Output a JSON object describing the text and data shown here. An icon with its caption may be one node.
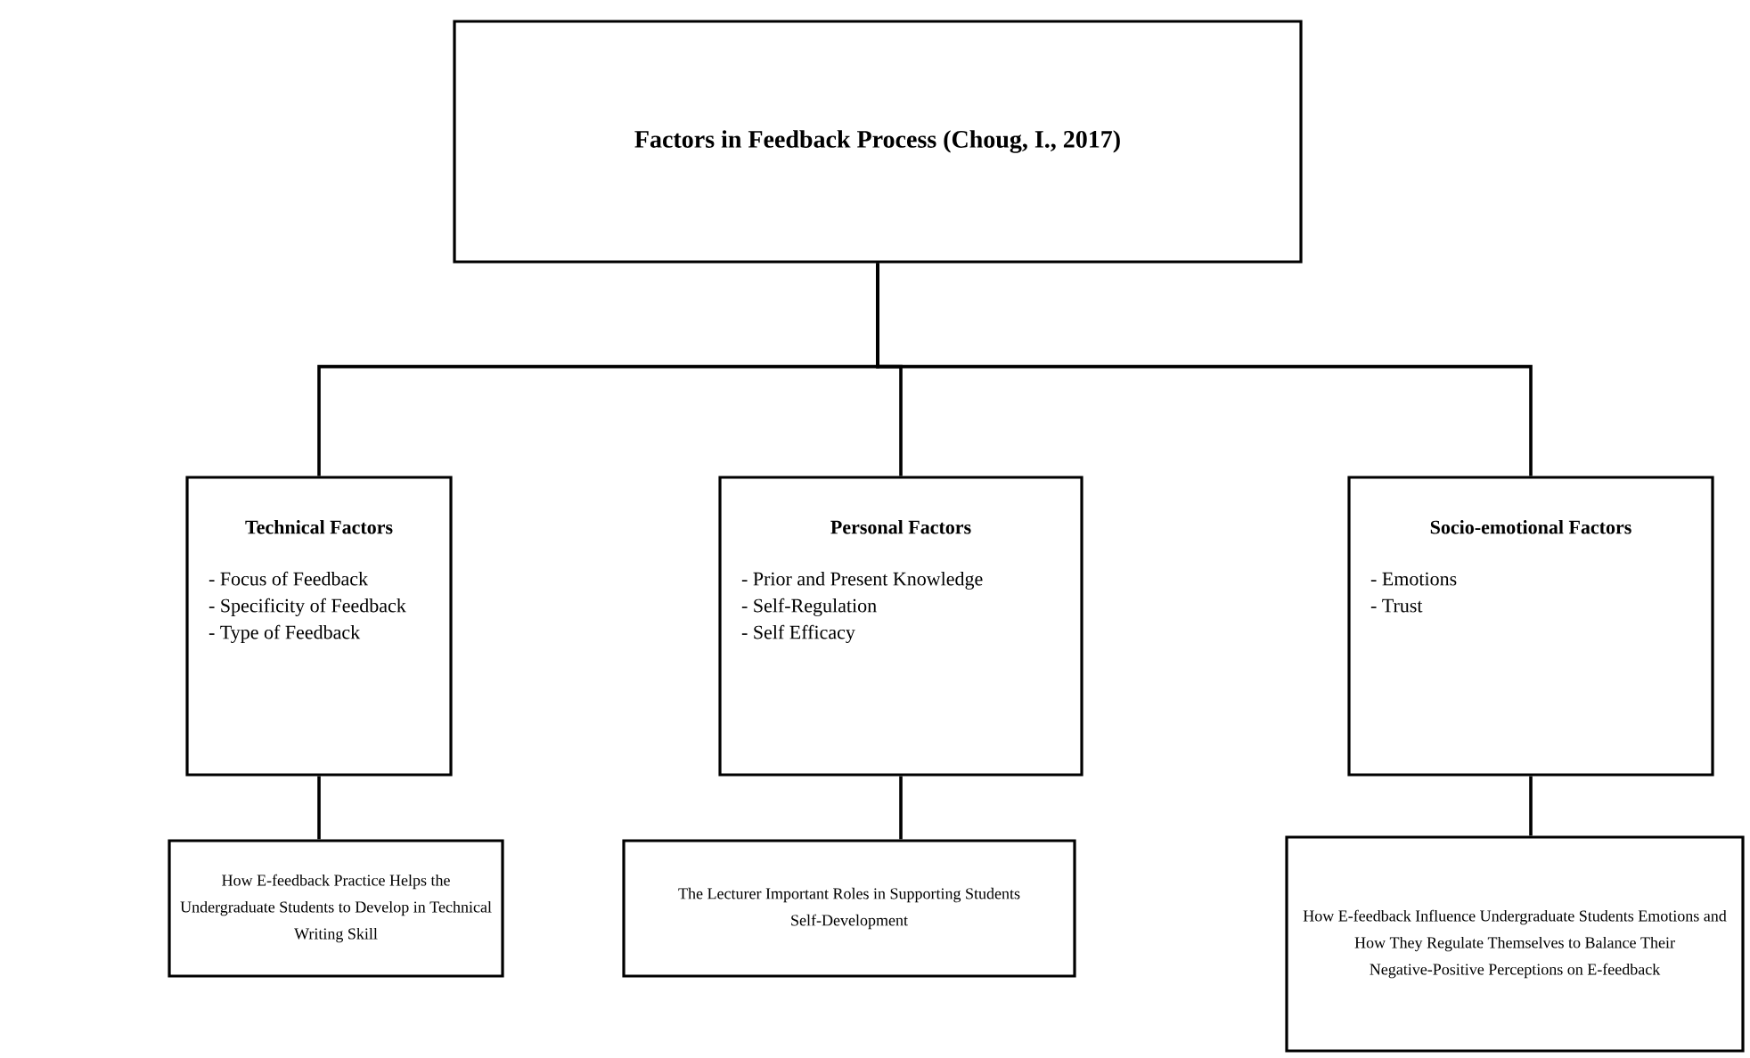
{
  "diagram": {
    "nodes": [
      {
        "text": [
          "Factors in Feedback Process (Choug, I., 2017)"
        ]
      },
      {
        "text": [
          "Technical Factors",
          "- Focus of Feedback",
          "- Specificity of Feedback",
          "- Type of Feedback"
        ]
      },
      {
        "text": [
          "Personal Factors",
          "- Prior and Present Knowledge",
          "- Self-Regulation",
          "- Self Efficacy"
        ]
      },
      {
        "text": [
          "Socio-emotional Factors",
          "- Emotions",
          "- Trust"
        ]
      },
      {
        "text": [
          "How E-feedback Practice Helps the Undergraduate Students to Develop in Technical Writing Skill"
        ]
      },
      {
        "text": [
          "The Lecturer Important Roles in Supporting Students Self-Development"
        ]
      },
      {
        "text": [
          "How E-feedback Influence Undergraduate Students Emotions and How They Regulate Themselves to Balance Their Negative-Positive Perceptions on E-feedback"
        ]
      }
    ],
    "edges": [
      {
        "from": 0,
        "to": 1,
        "arrow": "none"
      },
      {
        "from": 0,
        "to": 2,
        "arrow": "none"
      },
      {
        "from": 0,
        "to": 3,
        "arrow": "none"
      },
      {
        "from": 1,
        "to": 4,
        "arrow": "none"
      },
      {
        "from": 2,
        "to": 5,
        "arrow": "none"
      },
      {
        "from": 3,
        "to": 6,
        "arrow": "none"
      }
    ]
  }
}
